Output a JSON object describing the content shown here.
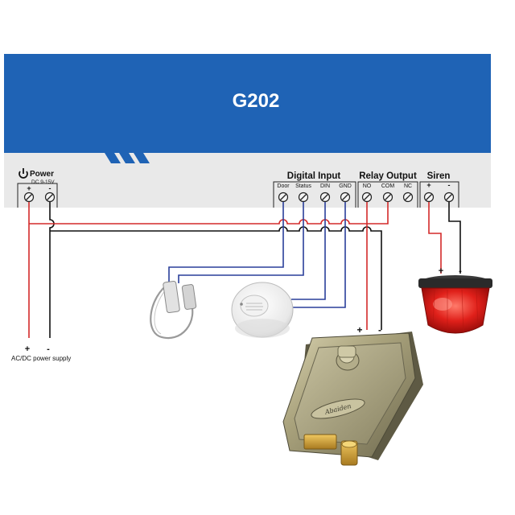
{
  "device": {
    "model": "G202"
  },
  "colors": {
    "header_blue": "#1f63b5",
    "panel_gray": "#e9e9e9",
    "wire_red": "#d42a2a",
    "wire_black": "#111111",
    "wire_blue": "#2a3f9a"
  },
  "power": {
    "label": "Power",
    "spec": "DC 9-15V",
    "icon": "power-icon",
    "terminals": [
      "+",
      "-"
    ]
  },
  "groups": {
    "digital_input": "Digital Input",
    "relay_output": "Relay Output",
    "siren": "Siren"
  },
  "terminals": {
    "door": "Door",
    "status": "Status",
    "din": "DIN",
    "gnd": "GND",
    "no": "NO",
    "com": "COM",
    "nc": "NC",
    "siren_plus": "+",
    "siren_minus": "-"
  },
  "supply": {
    "plus": "+",
    "minus": "-",
    "label": "AC/DC power supply"
  },
  "lock": {
    "plus": "+",
    "minus": "-",
    "brand": "Abaiden"
  },
  "siren_device": {
    "plus": "+",
    "minus": "-"
  }
}
